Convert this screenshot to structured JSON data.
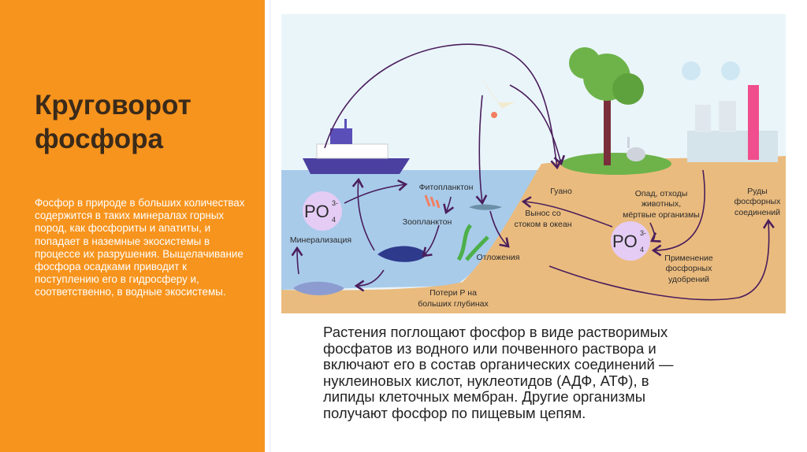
{
  "slide": {
    "title": "Круговорот фосфора",
    "description": "Фосфор в природе в больших количествах содержится в таких минералах горных пород, как фосфориты и апатиты, и попадает в наземные экосистемы в процессе их разрушения. Выщелачивание фосфора осадками приводит к поступлению его в гидросферу и, соответственно, в водные экосистемы.",
    "body": "Растения поглощают фосфор в виде растворимых фосфатов из водного или почвенного раствора и включают его в состав органических соединений — нуклеиновых кислот, нуклеотидов (АДФ, АТФ), в липиды клеточных мембран. Другие организмы получают фосфор по пищевым цепям.",
    "accent_color": "#F7941D"
  },
  "diagram": {
    "labels": {
      "phytoplankton": "Фитопланктон",
      "zooplankton": "Зоопланктон",
      "mineralization": "Минерализация",
      "deep_loss_1": "Потери Р на",
      "deep_loss_2": "больших глубинах",
      "sediments": "Отложения",
      "runoff_1": "Вынос со",
      "runoff_2": "стоком в океан",
      "guano": "Гуано",
      "litter_1": "Опад, отходы",
      "litter_2": "животных,",
      "litter_3": "мёртвые организмы",
      "ores_1": "Руды",
      "ores_2": "фосфорных",
      "ores_3": "соединений",
      "fert_1": "Применение",
      "fert_2": "фосфорных",
      "fert_3": "удобрений",
      "po4": "PO",
      "po4_sup": "3-",
      "po4_sub": "4"
    },
    "colors": {
      "sky": "#EAF5FA",
      "water": "#A8CBEA",
      "ground": "#EABB7E",
      "arrow": "#4A1E5C",
      "po4": "#E4CCF5"
    }
  }
}
